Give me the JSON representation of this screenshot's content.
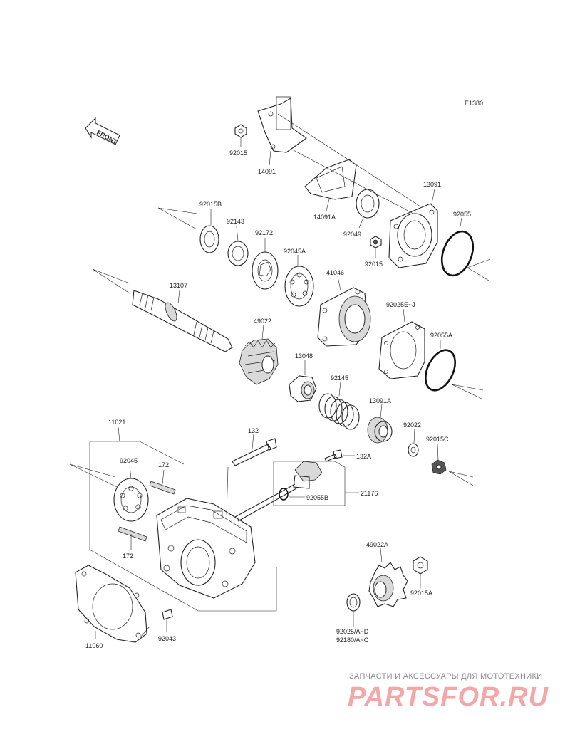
{
  "diagram": {
    "code": "E1380",
    "front_label": "FRONT",
    "part_numbers": {
      "p92015_top": "92015",
      "p14091": "14091",
      "p14091A": "14091A",
      "p13091": "13091",
      "p92049": "92049",
      "p92055": "92055",
      "p92015B": "92015B",
      "p92143": "92143",
      "p92172": "92172",
      "p92045A": "92045A",
      "p92015_mid": "92015",
      "p41046": "41046",
      "p13107": "13107",
      "p92025EJ": "92025E~J",
      "p49022": "49022",
      "p92055A": "92055A",
      "p13048": "13048",
      "p92145": "92145",
      "p13091A": "13091A",
      "p11021": "11021",
      "p92022": "92022",
      "p132": "132",
      "p92015C": "92015C",
      "p92045": "92045",
      "p172_top": "172",
      "p132A": "132A",
      "p92055B": "92055B",
      "p21176": "21176",
      "p172_bot": "172",
      "p49022A": "49022A",
      "p92015A": "92015A",
      "p11060": "11060",
      "p92043": "92043",
      "p92025AD": "92025/A~D",
      "p92180AC": "92180/A~C"
    }
  },
  "watermark": {
    "caption": "ЗАПЧАСТИ И АКСЕССУАРЫ ДЛЯ МОТОТЕХНИКИ",
    "logo": "PARTSFOR.RU"
  }
}
